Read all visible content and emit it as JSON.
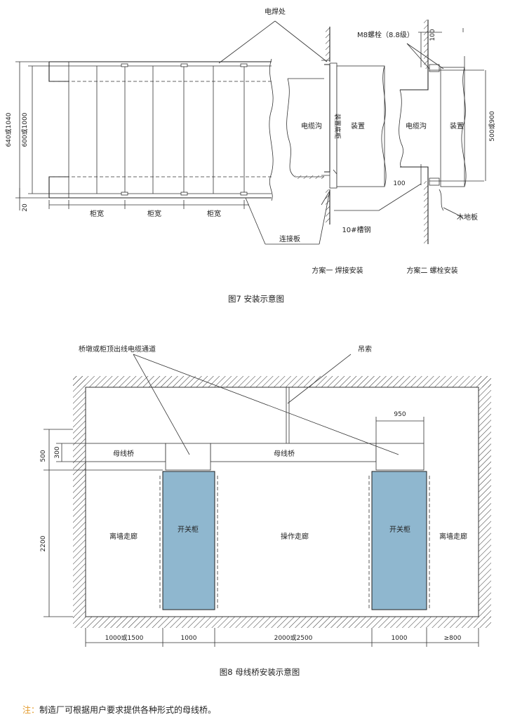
{
  "figure7": {
    "caption": "图7   安装示意图",
    "label_weld": "电焊处",
    "label_m8": "M8螺栓（8.8级）",
    "dim_640": "640或1040",
    "dim_600": "600或1000",
    "dim_20": "20",
    "cabinet_width": "柜宽",
    "connector_plate": "连接板",
    "cable_trench": "电缆沟",
    "base_cabinet": "装置底柜",
    "device": "装置",
    "channel_steel": "10#槽钢",
    "dim_100_top": "100",
    "dim_100_bottom": "100",
    "dim_500_900": "500或900",
    "wood_floor": "木地板",
    "scheme1": "方案一  焊接安装",
    "scheme2": "方案二  螺栓安装"
  },
  "figure8": {
    "caption": "图8   母线桥安装示意图",
    "label_channel": "桥墩或柜顶出线电缆通道",
    "label_hanger": "吊索",
    "dim_950": "950",
    "dim_500": "500",
    "dim_300": "300",
    "dim_2200": "2200",
    "busbar_bridge": "母线桥",
    "switchgear": "开关柜",
    "wall_corridor": "离墙走廊",
    "operation_corridor": "操作走廊",
    "bottom_dims": [
      "1000或1500",
      "1000",
      "2000或2500",
      "1000",
      "≥800"
    ]
  },
  "note": {
    "label": "注：",
    "text": "制造厂可根据用户要求提供各种形式的母线桥。"
  },
  "colors": {
    "cabinet_fill": "#8fb7cf",
    "note_label": "#e39a2b"
  }
}
